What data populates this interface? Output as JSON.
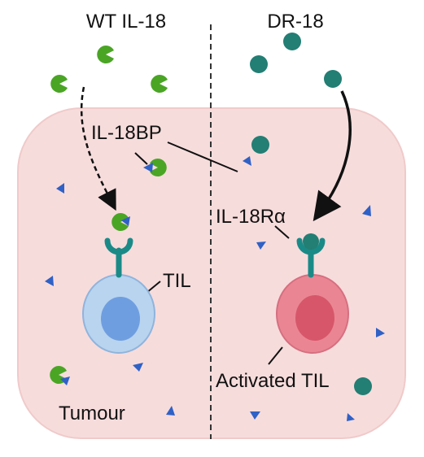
{
  "labels": {
    "wt": "WT IL-18",
    "dr": "DR-18",
    "bp": "IL-18BP",
    "ralpha": "IL-18Rα",
    "til": "TIL",
    "activated": "Activated TIL",
    "tumour": "Tumour"
  },
  "colors": {
    "background": "#ffffff",
    "tumour_fill": "#f7dcdc",
    "tumour_stroke": "#f0caca",
    "wt_il18": "#4aa525",
    "dr18": "#237e74",
    "il18bp": "#2f61c6",
    "receptor": "#1a8a87",
    "til_outer": "#b8d4ef",
    "til_nucleus": "#6f9ee0",
    "activated_outer": "#ea8693",
    "activated_nucleus": "#d7566a",
    "text": "#111111"
  },
  "icons": {
    "wt_il18": "pacman-shape",
    "dr18": "circle",
    "il18bp": "triangle",
    "receptor": "y-receptor"
  }
}
